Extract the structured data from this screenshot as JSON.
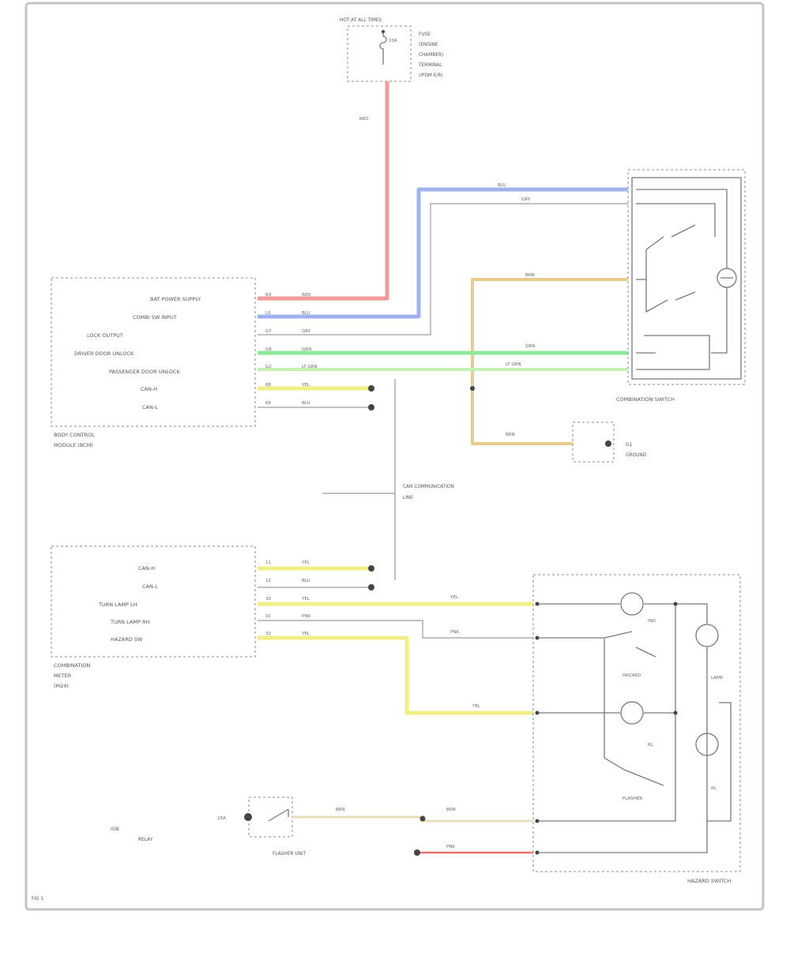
{
  "colors": {
    "red": "#f39a9a",
    "blue": "#9fb3ee",
    "yellow": "#f2ee86",
    "orange": "#e8cc8c",
    "green": "#8fe79c",
    "gray": "#9a9a9a",
    "background": "#ffffff"
  },
  "fuse": {
    "header": "HOT AT ALL TIMES",
    "lines": [
      "FUSE",
      "(ENGINE",
      "CHAMBER)",
      "TERMINAL",
      "(IPDM E/R)"
    ],
    "amp": "10A"
  },
  "fuse_wire": {
    "color": "RED"
  },
  "bcm": {
    "pins": [
      {
        "label": "BAT POWER SUPPLY",
        "code": "R3",
        "wire": "RED"
      },
      {
        "label": "COMBI SW INPUT",
        "code": "L6",
        "wire": "BLU"
      },
      {
        "label": "LOCK OUTPUT",
        "code": "G7",
        "wire": "GRY"
      },
      {
        "label": "DRIVER DOOR UNLOCK",
        "code": "G8",
        "wire": "GRN"
      },
      {
        "label": "PASSENGER DOOR UNLOCK",
        "code": "G2",
        "wire": "LT GRN"
      },
      {
        "label": "CAN-H",
        "code": "68",
        "wire": "YEL"
      },
      {
        "label": "CAN-L",
        "code": "69",
        "wire": "BLU"
      }
    ],
    "name_lines": [
      "BODY CONTROL",
      "MODULE (BCM)"
    ]
  },
  "combi_switch": {
    "label": "COMBINATION SWITCH",
    "wires_in": [
      "BLU",
      "GRY"
    ],
    "wires_out": [
      "BRN",
      "GRN",
      "LT GRN"
    ]
  },
  "ground": {
    "lines": [
      "G1",
      "GROUND"
    ],
    "wire": "BRN"
  },
  "can_note": [
    "CAN COMMUNICATION",
    "LINE"
  ],
  "meter": {
    "pins": [
      {
        "label": "CAN-H",
        "code": "11",
        "wire": "YEL"
      },
      {
        "label": "CAN-L",
        "code": "12",
        "wire": "BLU"
      },
      {
        "label": "TURN LAMP LH",
        "code": "30",
        "wire": "YEL"
      },
      {
        "label": "TURN LAMP RH",
        "code": "31",
        "wire": "PNK"
      },
      {
        "label": "HAZARD SW",
        "code": "32",
        "wire": "YEL"
      }
    ],
    "name_lines": [
      "COMBINATION",
      "METER",
      "(M24)"
    ]
  },
  "wires": {
    "meter_lh": "YEL",
    "meter_rh": "PNK",
    "meter_hz": "YEL",
    "left_brown": "BRN",
    "mid_brown": "BRN",
    "red_pink": "PNK"
  },
  "switch_module": {
    "label": "HAZARD SWITCH",
    "labels": [
      "HAZARD",
      "FLASHER"
    ],
    "inner": [
      "IND",
      "LAMP",
      "RL",
      "RL"
    ]
  },
  "relay": {
    "lines": [
      "IGN",
      "RELAY"
    ],
    "amp": "15A"
  },
  "bottom_note": "FLASHER UNIT",
  "page_id": "FIG 1"
}
